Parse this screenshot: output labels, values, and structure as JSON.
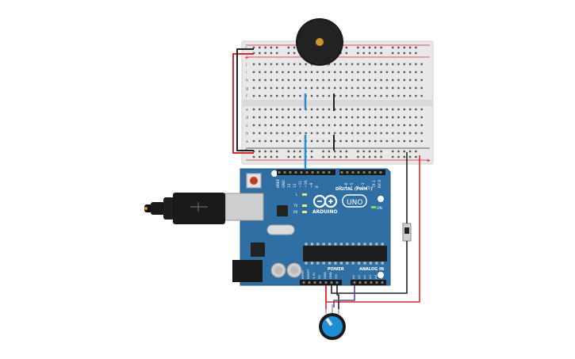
{
  "board": {
    "brand": "ARDUINO",
    "model": "UNO",
    "on_label": "ON",
    "digital_label": "DIGITAL (PWM~)",
    "power_label": "POWER",
    "analog_label": "ANALOG IN",
    "led_l": "L",
    "led_tx": "TX",
    "led_rx": "RX",
    "top_pins": [
      "AREF",
      "GND",
      "13",
      "12",
      "~11",
      "~10",
      "~9",
      "8",
      "7",
      "~6",
      "~5",
      "4",
      "~3",
      "2",
      "TX 1",
      "RX 0"
    ],
    "power_pins": [
      "IOREF",
      "RESET",
      "3.3V",
      "5V",
      "GND",
      "GND",
      "Vin"
    ],
    "analog_pins": [
      "A0",
      "A1",
      "A2",
      "A3",
      "A4",
      "A5"
    ]
  },
  "breadboard": {
    "row_letters_top": [
      "j",
      "i",
      "h",
      "g",
      "f"
    ],
    "row_letters_bottom": [
      "e",
      "d",
      "c",
      "b",
      "a"
    ],
    "rail_plus": "+",
    "rail_minus": "-"
  },
  "colors": {
    "board": "#2f6fa3",
    "wire_red": "#d42a2a",
    "wire_black": "#222222",
    "wire_blue": "#1e8fd6",
    "breadboard": "#e6e6e6"
  },
  "components": {
    "buzzer": "buzzer-icon",
    "potentiometer": "potentiometer-icon",
    "usb_cable": "usb-cable-icon",
    "slide_switch": "switch-icon"
  }
}
